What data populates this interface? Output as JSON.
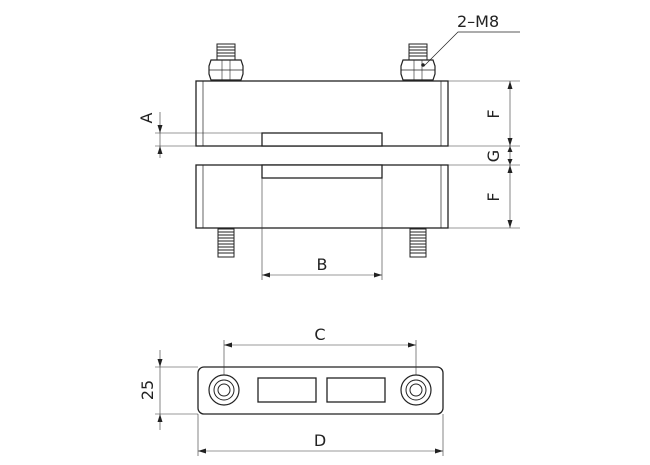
{
  "labels": {
    "bolt_spec": "2–M8",
    "a": "A",
    "f_top": "F",
    "g": "G",
    "f_bottom": "F",
    "b": "B",
    "c": "C",
    "d": "D",
    "width": "25"
  }
}
